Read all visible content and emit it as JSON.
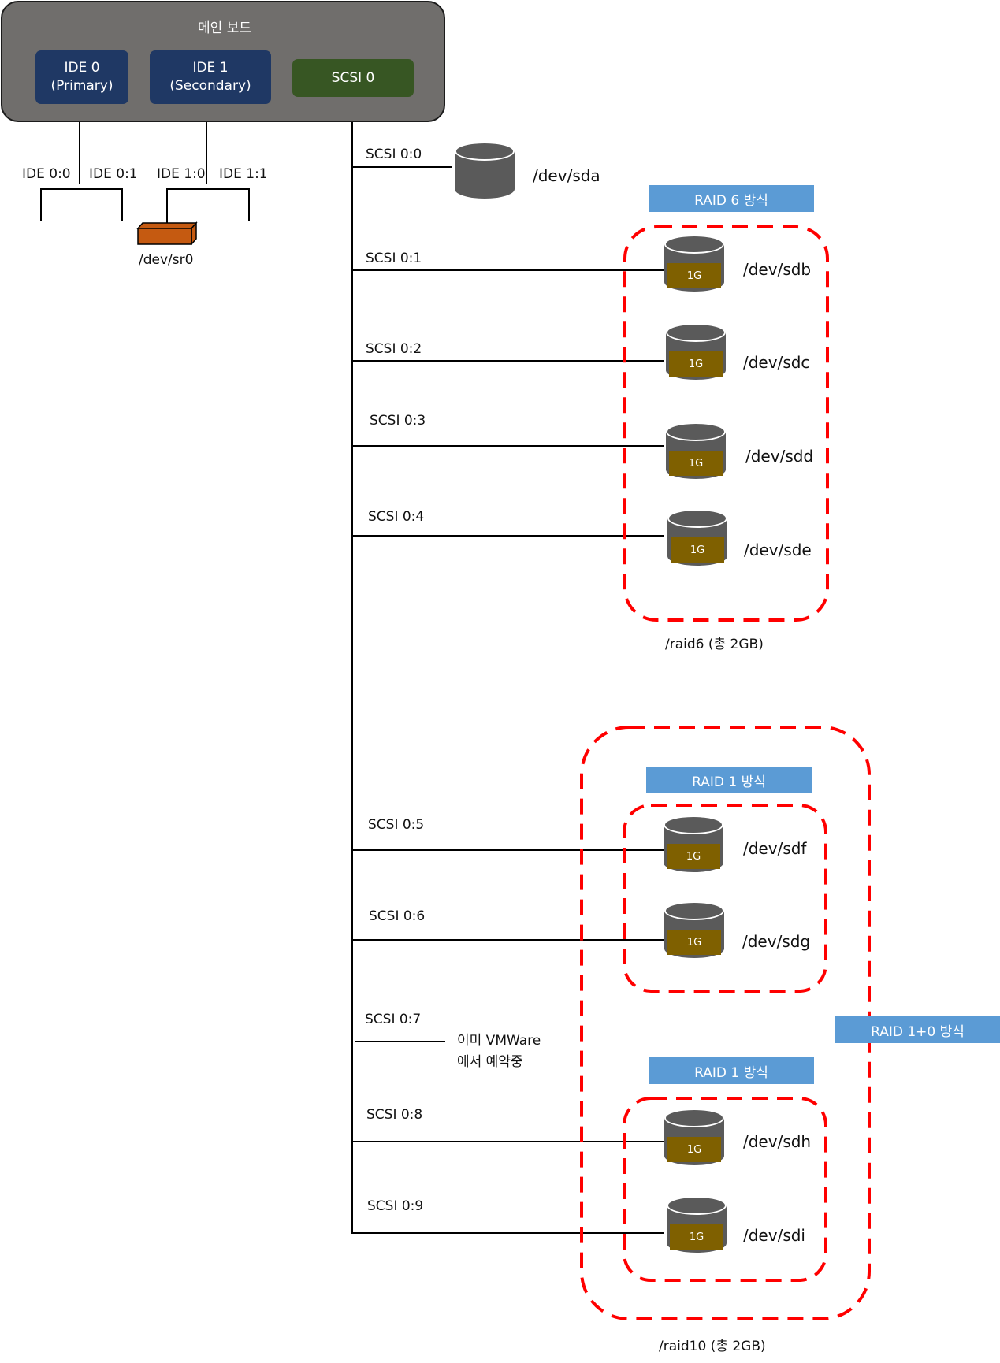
{
  "mainboard": {
    "title": "메인 보드",
    "ide0": "IDE 0 (Primary)",
    "ide1": "IDE 1 (Secondary)",
    "scsi0": "SCSI 0"
  },
  "ide_ports": [
    "IDE 0:0",
    "IDE 0:1",
    "IDE 1:0",
    "IDE 1:1"
  ],
  "cdrom": {
    "label": "/dev/sr0"
  },
  "scsi_ports": [
    "SCSI 0:0",
    "SCSI 0:1",
    "SCSI 0:2",
    "SCSI 0:3",
    "SCSI 0:4",
    "SCSI 0:5",
    "SCSI 0:6",
    "SCSI 0:7",
    "SCSI 0:8",
    "SCSI 0:9"
  ],
  "devices": {
    "sda": "/dev/sda",
    "sdb": "/dev/sdb",
    "sdc": "/dev/sdc",
    "sdd": "/dev/sdd",
    "sde": "/dev/sde",
    "sdf": "/dev/sdf",
    "sdg": "/dev/sdg",
    "sdh": "/dev/sdh",
    "sdi": "/dev/sdi"
  },
  "disk_capacity": "1G",
  "reserved_note_line1": "이미 VMWare",
  "reserved_note_line2": "에서 예약중",
  "raid": {
    "raid6_tag": "RAID 6 방식",
    "raid6_label": "/raid6 (총 2GB)",
    "raid1_tag_a": "RAID 1 방식",
    "raid1_tag_b": "RAID 1 방식",
    "raid10_tag": "RAID 1+0 방식",
    "raid10_label": "/raid10 (총 2GB)"
  },
  "colors": {
    "mainboard": "#706e6c",
    "ide": "#1f3864",
    "scsi": "#375623",
    "disk_body": "#5a5a5a",
    "disk_capacity": "#7f6000",
    "cdrom": "#c55a11",
    "raid_tag": "#5b9bd5",
    "raid_border": "#ff0000"
  }
}
